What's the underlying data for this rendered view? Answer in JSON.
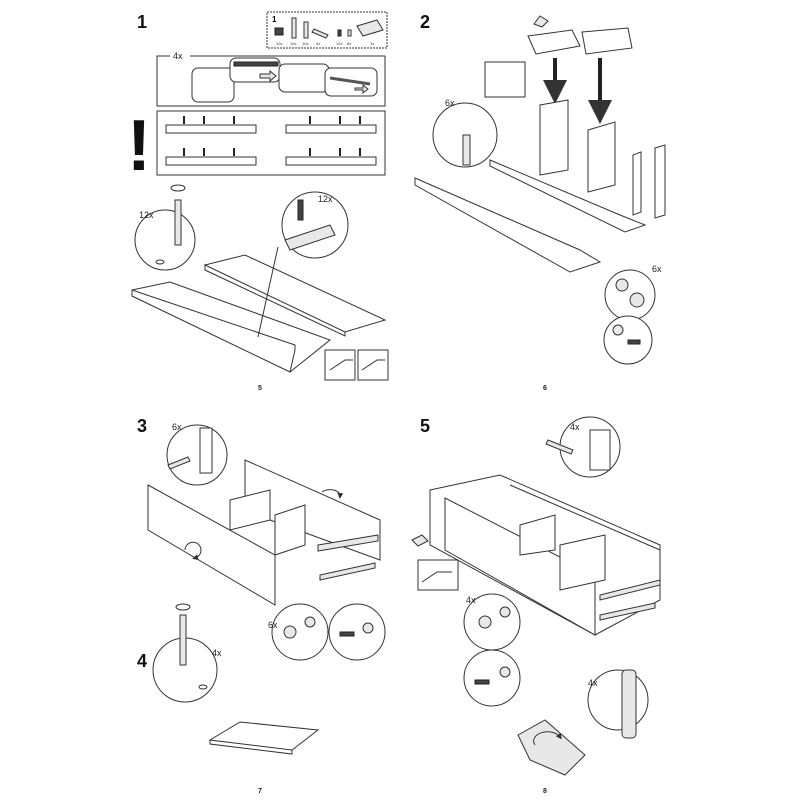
{
  "steps": {
    "s1": {
      "number": "1",
      "page": "5",
      "qty_rail": "4x",
      "qty_dowel": "12x",
      "qty_cam": "12x"
    },
    "s2": {
      "number": "2",
      "page": "6",
      "qty_dowel": "6x",
      "qty_cam": "6x"
    },
    "s3": {
      "number": "3",
      "page": "7",
      "qty_dowel": "6x",
      "qty_cam": "6x"
    },
    "s4": {
      "number": "4",
      "qty_dowel": "4x"
    },
    "s5": {
      "number": "5",
      "page": "8",
      "qty_dowel": "4x",
      "qty_cam": "4x",
      "qty_handle": "4x"
    }
  },
  "parts_box": {
    "title": "1",
    "parts": [
      "10x",
      "10x",
      "10x",
      "4x",
      "12x",
      "8x",
      "1x"
    ]
  },
  "warning_symbol": "!"
}
